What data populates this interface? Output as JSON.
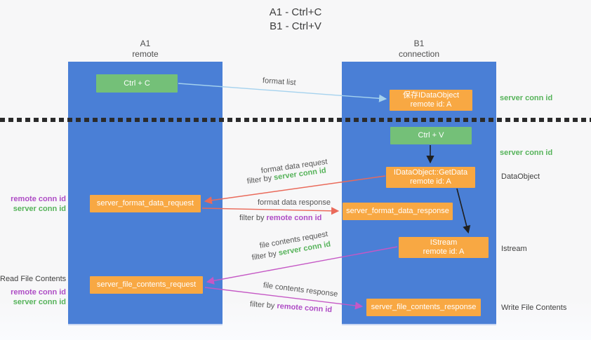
{
  "title": {
    "line1": "A1 - Ctrl+C",
    "line2": "B1 - Ctrl+V"
  },
  "columns": {
    "a": {
      "name": "A1",
      "subtitle": "remote"
    },
    "b": {
      "name": "B1",
      "subtitle": "connection"
    }
  },
  "nodes": {
    "ctrl_c": "Ctrl + C",
    "ctrl_v": "Ctrl + V",
    "save_idataobject": {
      "line1": "保存IDataObject",
      "line2": "remote id: A"
    },
    "getdata": {
      "line1": "IDataObject::GetData",
      "line2": "remote id: A"
    },
    "istream": {
      "line1": "IStream",
      "line2": "remote id: A"
    },
    "server_format_data_request": "server_format_data_request",
    "server_format_data_response": "server_format_data_response",
    "server_file_contents_request": "server_file_contents_request",
    "server_file_contents_response": "server_file_contents_response"
  },
  "labels": {
    "right": {
      "server_conn_id_1": "server conn id",
      "server_conn_id_2": "server conn id",
      "dataobject": "DataObject",
      "istream": "Istream",
      "write_file_contents": "Write File Contents"
    },
    "left": {
      "remote_conn_id_1": "remote conn id",
      "server_conn_id_1": "server conn id",
      "read_file_contents": "Read File Contents",
      "remote_conn_id_2": "remote conn id",
      "server_conn_id_2": "server conn id"
    }
  },
  "arrows": {
    "format_list": "format list",
    "format_data_request": "format data request",
    "filter_1_prefix": "filter by",
    "filter_1_value": "server conn id",
    "format_data_response": "format data response",
    "filter_2_prefix": "filter by",
    "filter_2_value": "remote conn id",
    "file_contents_request": "file contents request",
    "filter_3_prefix": "filter by",
    "filter_3_value": "server conn id",
    "file_contents_response": "file contents response",
    "filter_4_prefix": "filter by",
    "filter_4_value": "remote conn id"
  },
  "colors": {
    "lifeline_blue": "#4a7fd6",
    "green_box": "#74c078",
    "orange_box": "#f8a843",
    "green_text": "#56b35a",
    "purple_text": "#ae4cc5",
    "red_arrow": "#ea6a5a",
    "magenta_arrow": "#c558c5",
    "light_blue_arrow": "#a5d2ee",
    "black_arrow": "#1f1f1f"
  }
}
